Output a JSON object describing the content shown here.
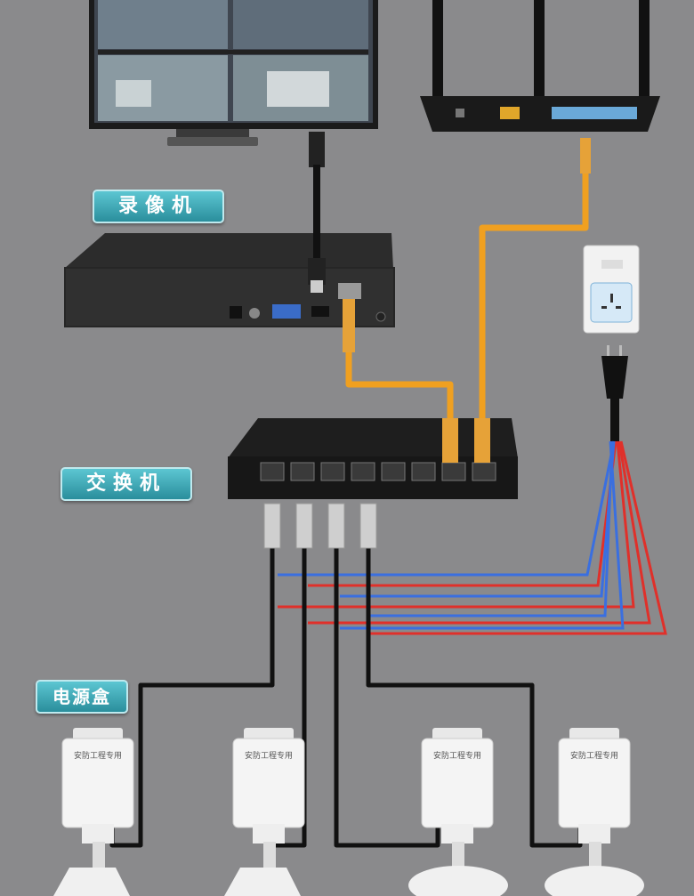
{
  "labels": {
    "nvr": "录像机",
    "switch": "交换机",
    "power_box": "电源盒"
  },
  "power_box_caption": "安防工程专用",
  "colors": {
    "background": "#8a8a8c",
    "patch_cable": "#f0a020",
    "black_cable": "#111111",
    "blue_wire": "#3a6fe0",
    "red_wire": "#e0302a",
    "label_bg": "#3aa7b5"
  }
}
